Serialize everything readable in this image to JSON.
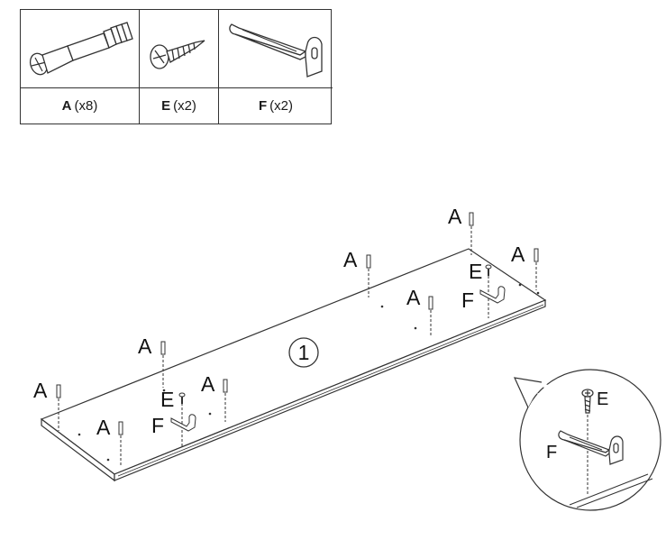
{
  "parts": [
    {
      "letter": "A",
      "qty": "(x8)",
      "icon": "cam-dowel-icon"
    },
    {
      "letter": "E",
      "qty": "(x2)",
      "icon": "screw-icon"
    },
    {
      "letter": "F",
      "qty": "(x2)",
      "icon": "l-bracket-icon"
    }
  ],
  "step_number": "1",
  "callouts": {
    "a": "A",
    "e": "E",
    "f": "F"
  },
  "detail": {
    "e": "E",
    "f": "F"
  },
  "colors": {
    "line": "#333333",
    "fill": "#ffffff"
  }
}
